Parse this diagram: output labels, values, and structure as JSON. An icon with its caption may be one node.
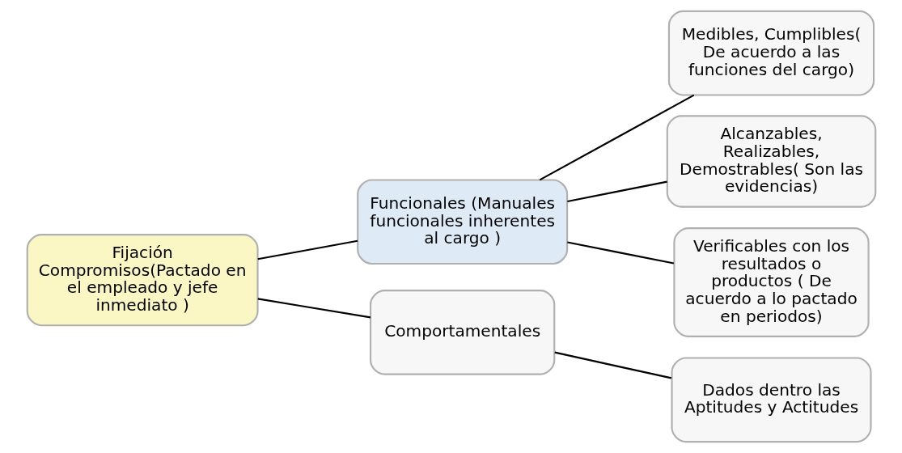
{
  "diagram": {
    "nodes": [
      {
        "text": [
          "Fijación Compromisos(Pactado en el empleado y jefe inmediato )"
        ]
      },
      {
        "text": [
          "Funcionales (Manuales funcionales inherentes al cargo )"
        ]
      },
      {
        "text": [
          "Comportamentales"
        ]
      },
      {
        "text": [
          "Medibles, Cumplibles( De acuerdo a las funciones del cargo)"
        ]
      },
      {
        "text": [
          "Alcanzables, Realizables, Demostrables( Son las evidencias)"
        ]
      },
      {
        "text": [
          "Verificables con los resultados o productos ( De acuerdo a lo pactado en periodos)"
        ]
      },
      {
        "text": [
          "Dados dentro las Aptitudes y Actitudes"
        ]
      }
    ],
    "edges": [
      {
        "from": 0,
        "to": 1,
        "arrow": "none"
      },
      {
        "from": 0,
        "to": 2,
        "arrow": "none"
      },
      {
        "from": 1,
        "to": 3,
        "arrow": "none"
      },
      {
        "from": 1,
        "to": 4,
        "arrow": "none"
      },
      {
        "from": 1,
        "to": 5,
        "arrow": "none"
      },
      {
        "from": 2,
        "to": 6,
        "arrow": "none"
      }
    ]
  }
}
